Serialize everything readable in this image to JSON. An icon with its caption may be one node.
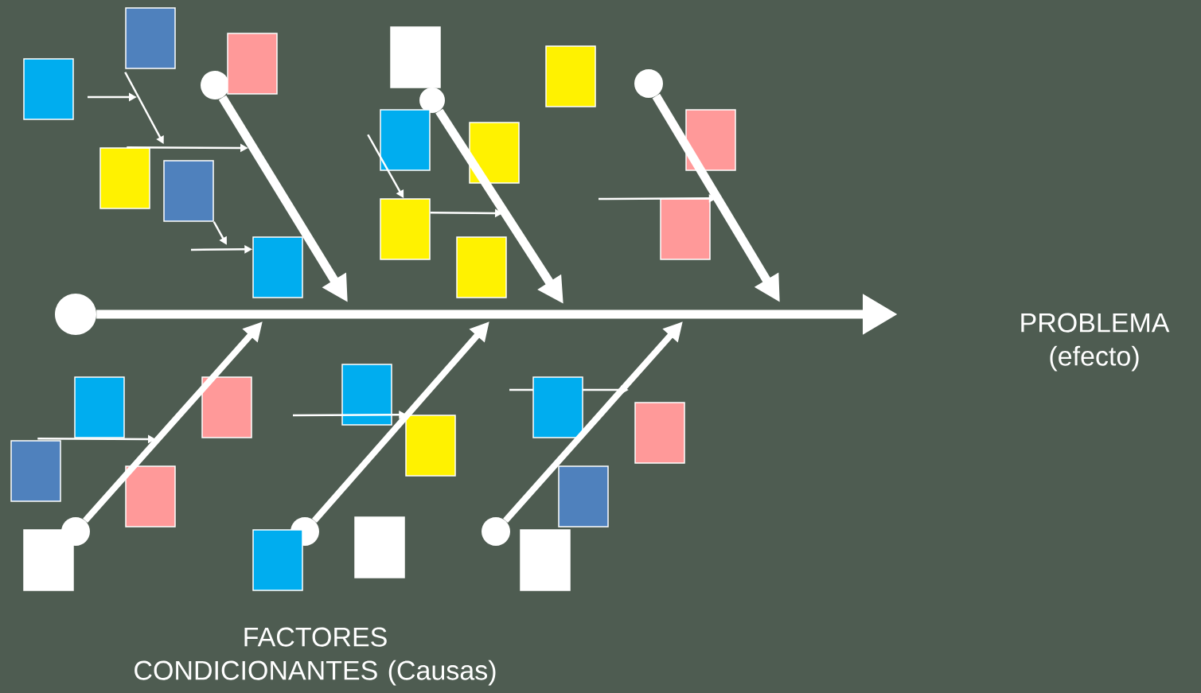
{
  "diagram": {
    "nodes": [
      {
        "text": [],
        "shape": "circle"
      },
      {
        "text": [],
        "shape": "circle"
      },
      {
        "text": [],
        "shape": "circle"
      },
      {
        "text": [],
        "shape": "circle"
      },
      {
        "text": [],
        "shape": "circle"
      },
      {
        "text": [],
        "shape": "circle"
      },
      {
        "text": [],
        "shape": "circle"
      },
      {
        "text": [],
        "shape": "box"
      },
      {
        "text": [],
        "shape": "box"
      },
      {
        "text": [],
        "shape": "box"
      },
      {
        "text": [],
        "shape": "box"
      },
      {
        "text": [],
        "shape": "box"
      },
      {
        "text": [],
        "shape": "box"
      },
      {
        "text": [],
        "shape": "box"
      },
      {
        "text": [],
        "shape": "box"
      },
      {
        "text": [],
        "shape": "box"
      },
      {
        "text": [],
        "shape": "box"
      },
      {
        "text": [],
        "shape": "box"
      },
      {
        "text": [],
        "shape": "box"
      },
      {
        "text": [],
        "shape": "box"
      },
      {
        "text": [],
        "shape": "box"
      },
      {
        "text": [],
        "shape": "box"
      },
      {
        "text": [],
        "shape": "box"
      },
      {
        "text": [],
        "shape": "box"
      },
      {
        "text": [],
        "shape": "box"
      },
      {
        "text": [],
        "shape": "box"
      },
      {
        "text": [],
        "shape": "box"
      },
      {
        "text": [],
        "shape": "box"
      },
      {
        "text": [],
        "shape": "box"
      },
      {
        "text": [],
        "shape": "box"
      },
      {
        "text": [],
        "shape": "box"
      },
      {
        "text": [],
        "shape": "box"
      },
      {
        "text": [],
        "shape": "box"
      },
      {
        "text": [],
        "shape": "box"
      }
    ],
    "edges": [
      {
        "from": 0,
        "to": null,
        "arrow": "to",
        "style": "thick"
      },
      {
        "from": 1,
        "to": null,
        "arrow": "to",
        "style": "thick"
      },
      {
        "from": 2,
        "to": null,
        "arrow": "to",
        "style": "thick"
      },
      {
        "from": 3,
        "to": null,
        "arrow": "to",
        "style": "thick"
      },
      {
        "from": 4,
        "to": null,
        "arrow": "to",
        "style": "thick"
      },
      {
        "from": 5,
        "to": null,
        "arrow": "to",
        "style": "thick"
      },
      {
        "from": 6,
        "to": null,
        "arrow": "to",
        "style": "thick"
      },
      {
        "from": 8,
        "to": 10,
        "arrow": "to"
      },
      {
        "from": 10,
        "to": null,
        "arrow": "to"
      },
      {
        "from": 11,
        "to": null,
        "arrow": "to"
      },
      {
        "from": null,
        "to": 12,
        "arrow": "to"
      },
      {
        "from": 16,
        "to": null,
        "arrow": "to"
      },
      {
        "from": 14,
        "to": 16,
        "arrow": "to"
      },
      {
        "from": null,
        "to": 20,
        "arrow": "to"
      },
      {
        "from": 23,
        "to": null,
        "arrow": "to"
      },
      {
        "from": null,
        "to": 27,
        "arrow": "to"
      }
    ],
    "labels": [
      "PROBLEMA (efecto)",
      "FACTORES CONDICIONANTES (Causas)"
    ]
  }
}
